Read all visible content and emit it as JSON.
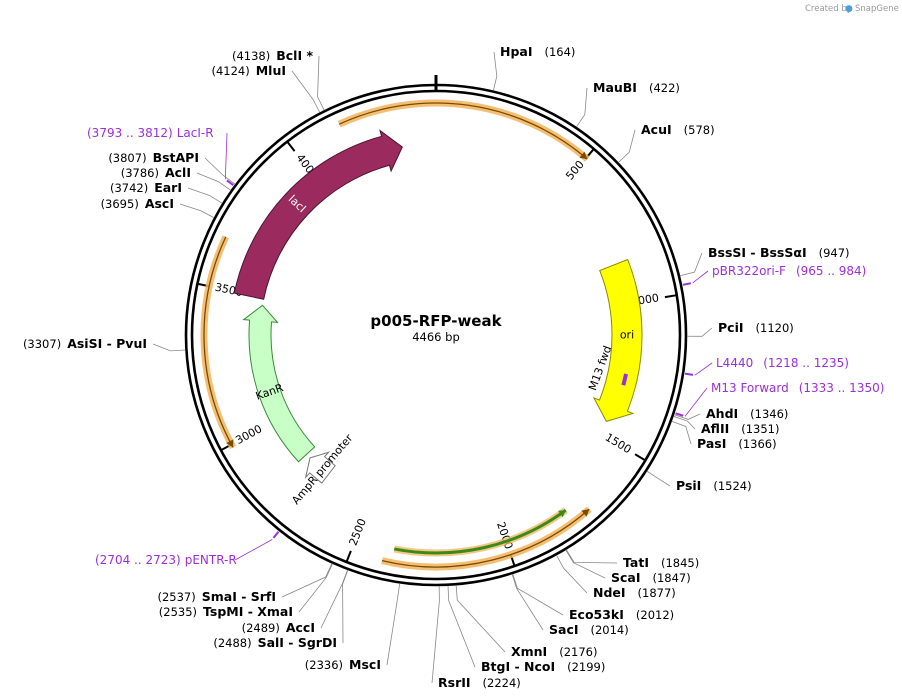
{
  "credit": {
    "prefix": "Created by",
    "brand": "SnapGene"
  },
  "plasmid": {
    "name": "p005-RFP-weak",
    "length_label": "4466 bp",
    "length": 4466
  },
  "ticks": [
    {
      "pos": 500,
      "label": "500"
    },
    {
      "pos": 1000,
      "label": "1000"
    },
    {
      "pos": 1500,
      "label": "1500"
    },
    {
      "pos": 2000,
      "label": "2000"
    },
    {
      "pos": 2500,
      "label": "2500"
    },
    {
      "pos": 3000,
      "label": "3000"
    },
    {
      "pos": 3500,
      "label": "3500"
    },
    {
      "pos": 4000,
      "label": "4000"
    }
  ],
  "features": [
    {
      "label": "lacI",
      "start": 3495,
      "end": 4340,
      "dir": 1,
      "fill": "#9b2b5e",
      "stroke": "#4a1430",
      "text": "#ffffff",
      "track": 30
    },
    {
      "label": "ori",
      "start": 850,
      "end": 1450,
      "dir": 1,
      "fill": "#ffff00",
      "stroke": "#8a8a00",
      "text": "#000000",
      "track": 30
    },
    {
      "label": "KanR",
      "start": 2820,
      "end": 3470,
      "dir": 1,
      "fill": "#c7ffc7",
      "stroke": "#3a8a3a",
      "text": "#000000",
      "track": 22
    },
    {
      "label": "AmpR promoter",
      "start": 2700,
      "end": 2800,
      "dir": 1,
      "fill": "#ffffff",
      "stroke": "#777777",
      "text": "#000000",
      "track": 22
    }
  ],
  "primers": [
    {
      "label": "LacI-R",
      "range": "(3793 .. 3812)",
      "pos": 3802
    },
    {
      "label": "pBR322ori-F",
      "range": "(965 .. 984)",
      "pos": 974
    },
    {
      "label": "L4440",
      "range": "(1218 .. 1235)",
      "pos": 1226
    },
    {
      "label": "M13 Forward",
      "range": "(1333 .. 1350)",
      "pos": 1341
    },
    {
      "label": "pENTR-R",
      "range": "(2704 .. 2723)",
      "pos": 2713
    }
  ],
  "inner_primer": {
    "label": "M13 fwd",
    "pos": 1260
  },
  "sites": [
    {
      "name": "HpaI",
      "pos": "(164)",
      "at": 164
    },
    {
      "name": "MauBI",
      "pos": "(422)",
      "at": 422
    },
    {
      "name": "AcuI",
      "pos": "(578)",
      "at": 578
    },
    {
      "name": "BssSI  -  BssSαI",
      "pos": "(947)",
      "at": 947
    },
    {
      "name": "PciI",
      "pos": "(1120)",
      "at": 1120
    },
    {
      "name": "AhdI",
      "pos": "(1346)",
      "at": 1346
    },
    {
      "name": "AflII",
      "pos": "(1351)",
      "at": 1351
    },
    {
      "name": "PasI",
      "pos": "(1366)",
      "at": 1366
    },
    {
      "name": "PsiI",
      "pos": "(1524)",
      "at": 1524
    },
    {
      "name": "TatI",
      "pos": "(1845)",
      "at": 1845
    },
    {
      "name": "ScaI",
      "pos": "(1847)",
      "at": 1847
    },
    {
      "name": "NdeI",
      "pos": "(1877)",
      "at": 1877
    },
    {
      "name": "Eco53kI",
      "pos": "(2012)",
      "at": 2012
    },
    {
      "name": "SacI",
      "pos": "(2014)",
      "at": 2014
    },
    {
      "name": "XmnI",
      "pos": "(2176)",
      "at": 2176
    },
    {
      "name": "BtgI  -  NcoI",
      "pos": "(2199)",
      "at": 2199
    },
    {
      "name": "RsrII",
      "pos": "(2224)",
      "at": 2224
    },
    {
      "name": "MscI",
      "pos": "(2336)",
      "at": 2336
    },
    {
      "name": "SalI  -  SgrDI",
      "pos": "(2488)",
      "at": 2488
    },
    {
      "name": "AccI",
      "pos": "(2489)",
      "at": 2489
    },
    {
      "name": "TspMI  -  XmaI",
      "pos": "(2535)",
      "at": 2535
    },
    {
      "name": "SmaI  -  SrfI",
      "pos": "(2537)",
      "at": 2537
    },
    {
      "name": "AsiSI  -  PvuI",
      "pos": "(3307)",
      "at": 3307
    },
    {
      "name": "AscI",
      "pos": "(3695)",
      "at": 3695
    },
    {
      "name": "EarI",
      "pos": "(3742)",
      "at": 3742
    },
    {
      "name": "AclI",
      "pos": "(3786)",
      "at": 3786
    },
    {
      "name": "BstAPI",
      "pos": "(3807)",
      "at": 3807
    },
    {
      "name": "MluI",
      "pos": "(4124)",
      "at": 4124
    },
    {
      "name": "BclI *",
      "pos": "(4138)",
      "at": 4138
    }
  ],
  "colors": {
    "backbone": "#000000",
    "orf_arrow": "#f2b45a",
    "primer": "#9b30d9",
    "insert_arrow": "#6ab04c"
  }
}
